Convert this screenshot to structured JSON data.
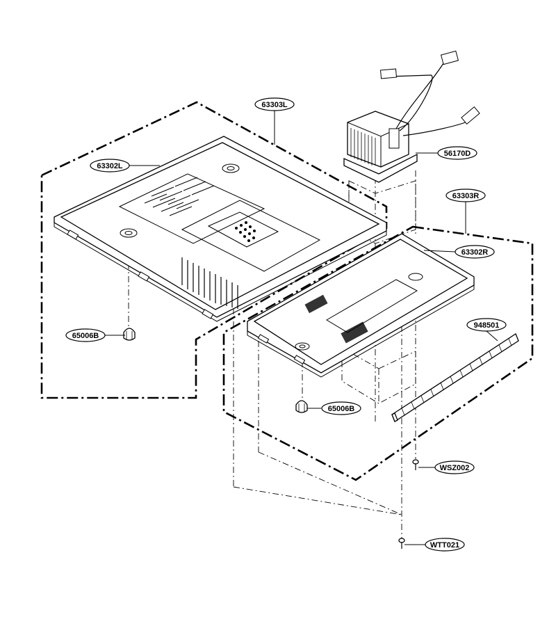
{
  "parts": {
    "p63303L": "63303L",
    "p63302L": "63302L",
    "p56170D": "56170D",
    "p63303R": "63303R",
    "p63302R": "63302R",
    "p65006B_left": "65006B",
    "p948501": "948501",
    "p65006B_right": "65006B",
    "pWSZ002": "WSZ002",
    "pWTT021": "WTT021"
  },
  "colors": {
    "line": "#000000",
    "background": "#ffffff"
  }
}
